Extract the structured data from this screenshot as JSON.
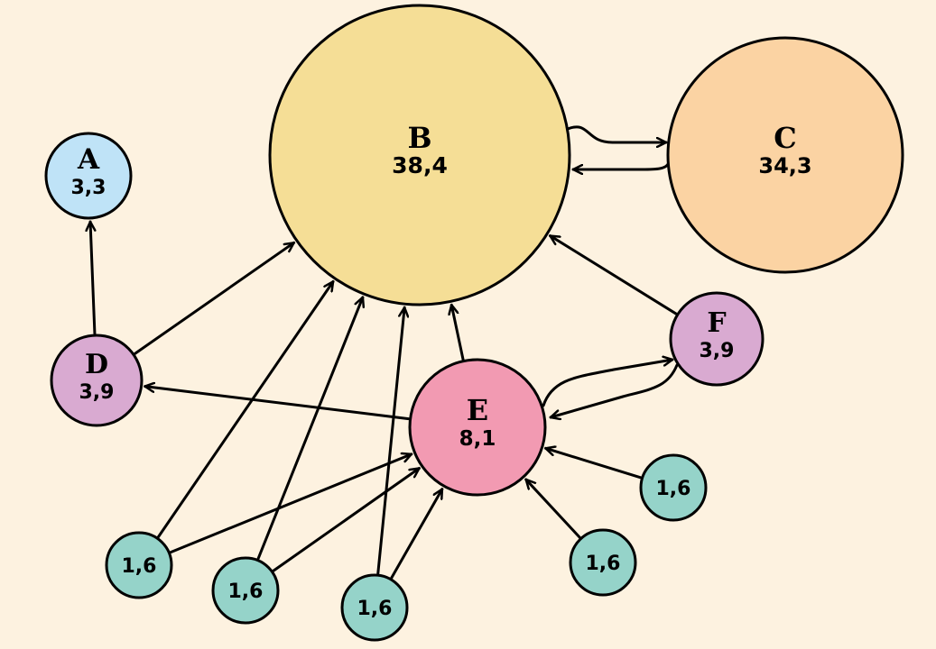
{
  "colors": {
    "background": "#fdf2e0",
    "blue": "#bfe3f7",
    "yellow": "#f5de96",
    "orange": "#fbd3a3",
    "purple": "#d9aad1",
    "pink": "#f29ab2",
    "teal": "#95d3c9"
  },
  "nodes": [
    {
      "id": "A",
      "name": "A",
      "value": "3,3",
      "color": "blue"
    },
    {
      "id": "B",
      "name": "B",
      "value": "38,4",
      "color": "yellow"
    },
    {
      "id": "C",
      "name": "C",
      "value": "34,3",
      "color": "orange"
    },
    {
      "id": "D",
      "name": "D",
      "value": "3,9",
      "color": "purple"
    },
    {
      "id": "E",
      "name": "E",
      "value": "8,1",
      "color": "pink"
    },
    {
      "id": "F",
      "name": "F",
      "value": "3,9",
      "color": "purple"
    },
    {
      "id": "S1",
      "name": "",
      "value": "1,6",
      "color": "teal"
    },
    {
      "id": "S2",
      "name": "",
      "value": "1,6",
      "color": "teal"
    },
    {
      "id": "S3",
      "name": "",
      "value": "1,6",
      "color": "teal"
    },
    {
      "id": "S4",
      "name": "",
      "value": "1,6",
      "color": "teal"
    },
    {
      "id": "S5",
      "name": "",
      "value": "1,6",
      "color": "teal"
    }
  ],
  "edges": [
    {
      "from": "D",
      "to": "A"
    },
    {
      "from": "D",
      "to": "B"
    },
    {
      "from": "B",
      "to": "C"
    },
    {
      "from": "C",
      "to": "B"
    },
    {
      "from": "F",
      "to": "B"
    },
    {
      "from": "E",
      "to": "B"
    },
    {
      "from": "E",
      "to": "D"
    },
    {
      "from": "E",
      "to": "F"
    },
    {
      "from": "F",
      "to": "E"
    },
    {
      "from": "S1",
      "to": "B"
    },
    {
      "from": "S1",
      "to": "E"
    },
    {
      "from": "S2",
      "to": "B"
    },
    {
      "from": "S2",
      "to": "E"
    },
    {
      "from": "S3",
      "to": "B"
    },
    {
      "from": "S3",
      "to": "E"
    },
    {
      "from": "S4",
      "to": "E"
    },
    {
      "from": "S5",
      "to": "E"
    }
  ]
}
